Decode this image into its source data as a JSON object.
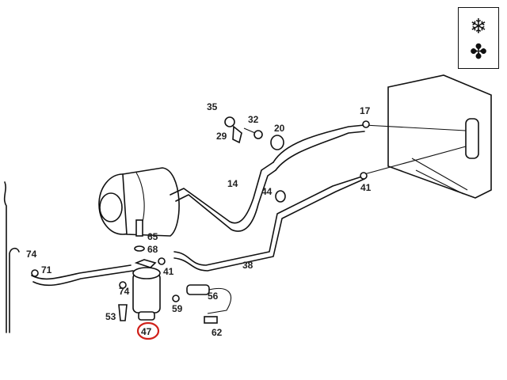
{
  "diagram": {
    "title": "Air conditioning refrigerant lines exploded view",
    "highlight_color": "#d0201a",
    "selected_part": "47",
    "legend_icons": [
      {
        "name": "snowflake-icon",
        "glyph": "❄"
      },
      {
        "name": "fan-icon",
        "glyph": "✤"
      }
    ],
    "part_labels": {
      "p35": "35",
      "p32": "32",
      "p29": "29",
      "p20": "20",
      "p17": "17",
      "p14": "14",
      "p44": "44",
      "p41a": "41",
      "p65": "65",
      "p68": "68",
      "p38": "38",
      "p41b": "41",
      "p74a": "74",
      "p71": "71",
      "p74b": "74",
      "p56": "56",
      "p59": "59",
      "p53": "53",
      "p47": "47",
      "p62": "62"
    }
  }
}
